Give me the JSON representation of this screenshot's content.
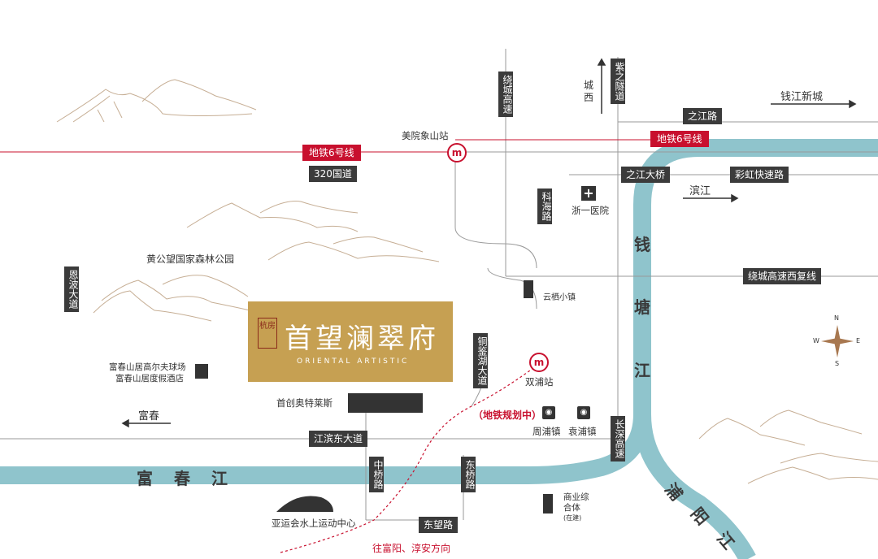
{
  "project": {
    "tag": "杭房",
    "name": "首望澜翠府",
    "subtitle": "ORIENTAL ARTISTIC"
  },
  "metro_lines": [
    "地铁6号线",
    "地铁6号线"
  ],
  "roads": {
    "r320": "320国道",
    "zhijiang": "之江路",
    "zhijiang_bridge": "之江大桥",
    "caihong": "彩虹快速路",
    "raocheng_w": "绕城高速西复线",
    "jiangbin_e": "江滨东大道",
    "dongwang": "东望路",
    "raocheng_v": "绕城高速",
    "zizhi": "紫之隧道",
    "kehai": "科海路",
    "tongjian": "铜鉴湖大道",
    "enbo": "恩波大道",
    "zhongqiao": "中桥路",
    "dongqiao": "东桥路",
    "changyuan": "长深高速",
    "chengxi": "城西"
  },
  "directions": {
    "qianjiang": "钱江新城",
    "binjiang": "滨江",
    "fuchun": "富春"
  },
  "rivers": {
    "qiantang": [
      "钱",
      "塘",
      "江"
    ],
    "fuchun": [
      "富",
      "春",
      "江"
    ],
    "puyang": [
      "浦",
      "阳",
      "江"
    ]
  },
  "stations": {
    "meiyuan": "美院象山站",
    "shuangpu": "双浦站",
    "planned": "（地铁规划中）"
  },
  "pois": {
    "forest_park": "黄公望国家森林公园",
    "hospital": "浙一医院",
    "yunqi": "云栖小镇",
    "golf": "富春山居高尔夫球场",
    "resort": "富春山居度假酒店",
    "outlets": "首创奥特莱斯",
    "zhoupu": "周浦镇",
    "yuanpu": "袁浦镇",
    "commercial": "商业综合体",
    "commercial_note": "(在建)",
    "aquatic": "亚运会水上运动中心",
    "toward": "往富阳、淳安方向"
  },
  "compass": {
    "n": "N",
    "s": "S",
    "e": "E",
    "w": "W"
  },
  "colors": {
    "river": "#8fc4cc",
    "metro": "#c8102e",
    "gold": "#c6a052",
    "label": "#3b3b3b"
  }
}
